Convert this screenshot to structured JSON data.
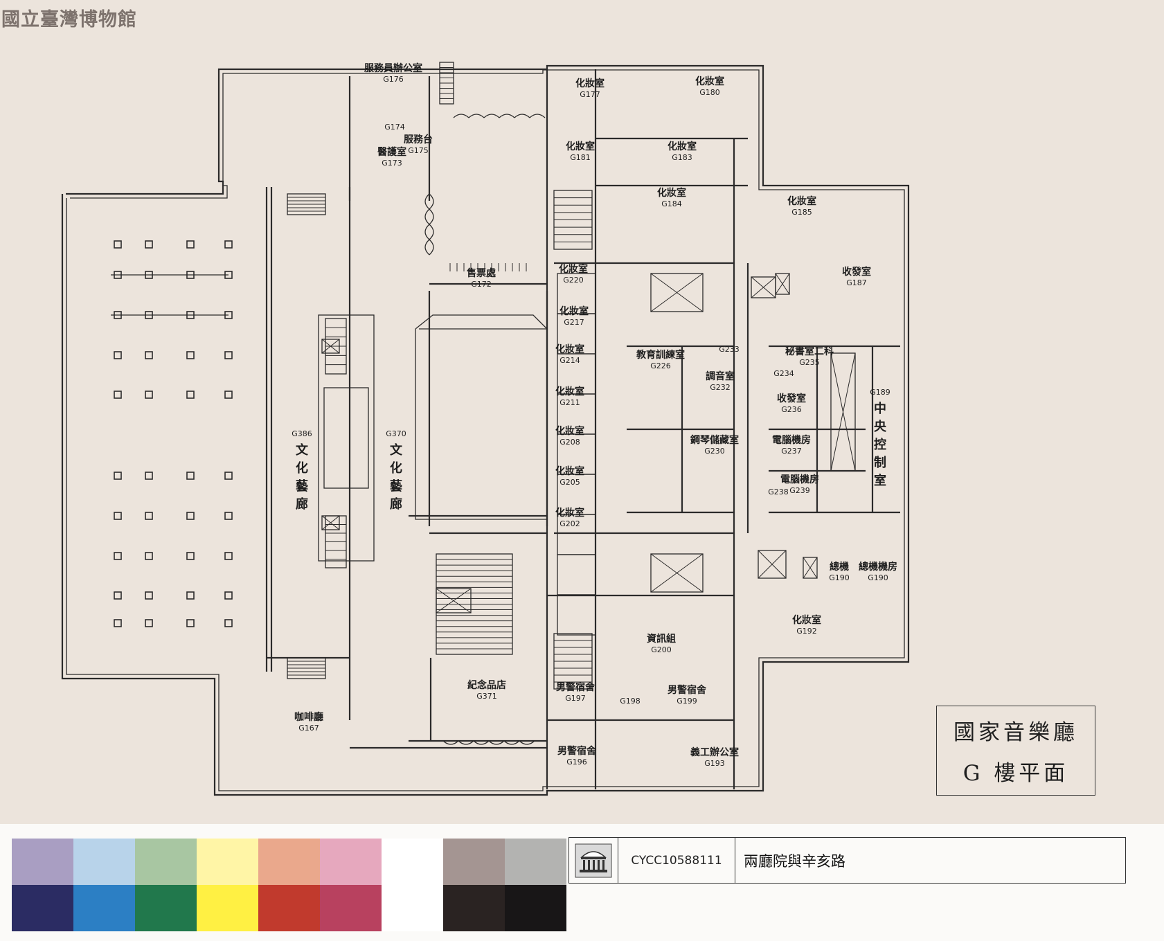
{
  "watermark": "國立臺灣博物館",
  "title": {
    "line1": "國家音樂廳",
    "line2": "G 樓平面"
  },
  "catalog": {
    "code": "CYCC10588111",
    "name": "兩廳院與辛亥路",
    "logo_icon": "museum-building-icon"
  },
  "colors": {
    "paper": "#ece4dc",
    "line": "#2b2a2a",
    "calibration_top": [
      "#a99ec2",
      "#b8d3ea",
      "#a8c6a2",
      "#fff5a6",
      "#eaa88c",
      "#e6a8be",
      "#ffffff",
      "#a49592",
      "#b3b3b1"
    ],
    "calibration_bottom": [
      "#2b2c63",
      "#2c7fc4",
      "#21784c",
      "#fff043",
      "#c13a2d",
      "#b8415f",
      "#ffffff",
      "#2a2322",
      "#181617"
    ]
  },
  "rooms": [
    {
      "id": "G176",
      "name": "服務員辦公室"
    },
    {
      "id": "G174",
      "name": ""
    },
    {
      "id": "G175",
      "name": "服務台"
    },
    {
      "id": "G173",
      "name": "醫護室"
    },
    {
      "id": "G177",
      "name": "化妝室"
    },
    {
      "id": "G180",
      "name": "化妝室"
    },
    {
      "id": "G181",
      "name": "化妝室"
    },
    {
      "id": "G183",
      "name": "化妝室"
    },
    {
      "id": "G184",
      "name": "化妝室"
    },
    {
      "id": "G185",
      "name": "化妝室"
    },
    {
      "id": "G187",
      "name": "收發室"
    },
    {
      "id": "G172",
      "name": "售票處"
    },
    {
      "id": "G220",
      "name": "化妝室"
    },
    {
      "id": "G217",
      "name": "化妝室"
    },
    {
      "id": "G214",
      "name": "化妝室"
    },
    {
      "id": "G211",
      "name": "化妝室"
    },
    {
      "id": "G208",
      "name": "化妝室"
    },
    {
      "id": "G205",
      "name": "化妝室"
    },
    {
      "id": "G202",
      "name": "化妝室"
    },
    {
      "id": "G226",
      "name": "教育訓練室"
    },
    {
      "id": "G233",
      "name": ""
    },
    {
      "id": "G232",
      "name": "調音室"
    },
    {
      "id": "G230",
      "name": "鋼琴儲藏室"
    },
    {
      "id": "G234",
      "name": ""
    },
    {
      "id": "G235",
      "name": "秘書室二科"
    },
    {
      "id": "G236",
      "name": "收發室"
    },
    {
      "id": "G237",
      "name": "電腦機房"
    },
    {
      "id": "G238",
      "name": ""
    },
    {
      "id": "G239",
      "name": "電腦機房"
    },
    {
      "id": "G189",
      "name": "中央控制室"
    },
    {
      "id": "G386",
      "name": "文化藝廊"
    },
    {
      "id": "G370",
      "name": "文化藝廊"
    },
    {
      "id": "G190",
      "name": "總機"
    },
    {
      "id": "G190",
      "name": "總機機房"
    },
    {
      "id": "G192",
      "name": "化妝室"
    },
    {
      "id": "G200",
      "name": "資訊組"
    },
    {
      "id": "G371",
      "name": "紀念品店"
    },
    {
      "id": "G197",
      "name": "男警宿舍"
    },
    {
      "id": "G198",
      "name": ""
    },
    {
      "id": "G199",
      "name": "男警宿舍"
    },
    {
      "id": "G167",
      "name": "咖啡廳"
    },
    {
      "id": "G196",
      "name": "男警宿舍"
    },
    {
      "id": "G193",
      "name": "義工辦公室"
    }
  ]
}
